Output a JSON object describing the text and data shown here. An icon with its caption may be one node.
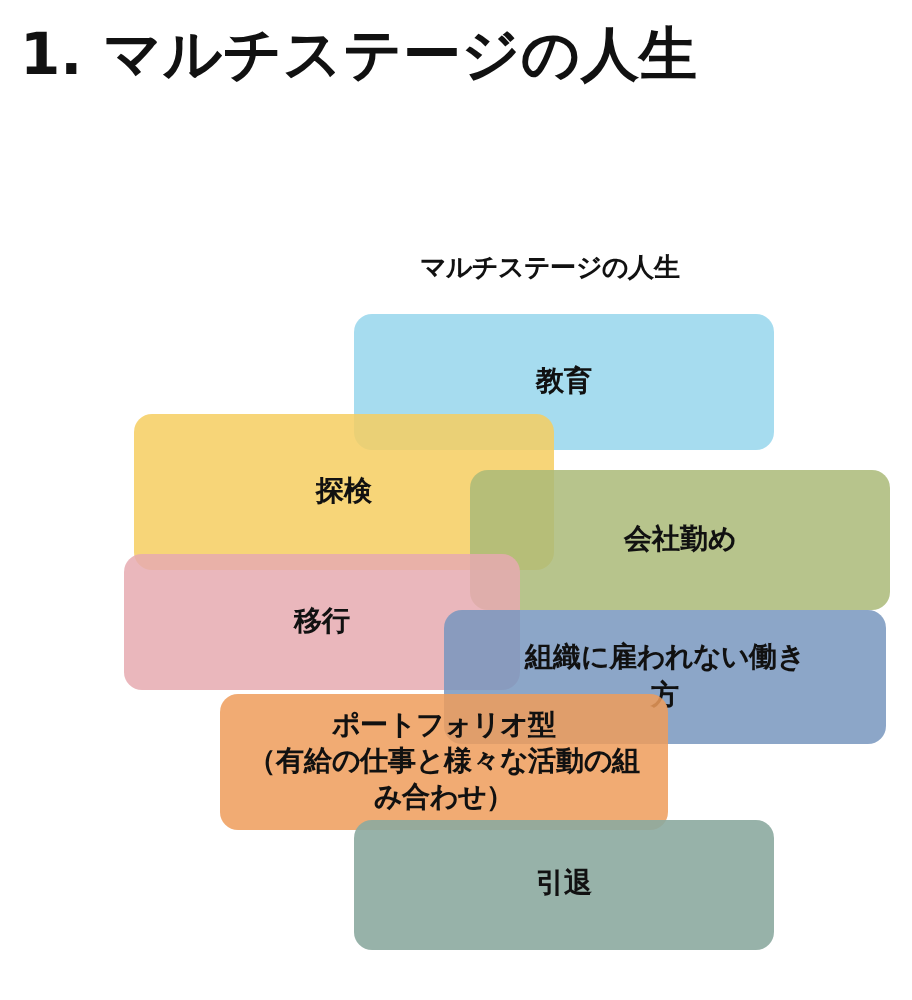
{
  "diagram": {
    "title": "1. マルチステージの人生",
    "nodes": [
      {
        "text": [
          "教育"
        ]
      },
      {
        "text": [
          "探検"
        ]
      },
      {
        "text": [
          "会社勤め"
        ]
      },
      {
        "text": [
          "移行"
        ]
      },
      {
        "text": [
          "組織に雇われない働き方"
        ]
      },
      {
        "text": [
          "ポートフォリオ型",
          "（有給の仕事と様々な活動の組み合わせ）"
        ]
      },
      {
        "text": [
          "引退"
        ]
      }
    ],
    "edges": [],
    "labels": [
      "マルチステージの人生"
    ]
  }
}
